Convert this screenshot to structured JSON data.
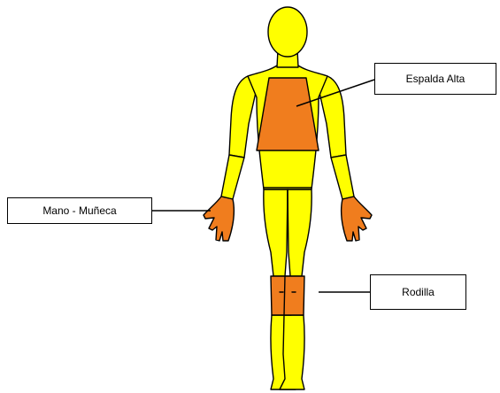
{
  "colors": {
    "body_fill": "#ffff00",
    "highlight_fill": "#f07d1e",
    "outline": "#000000",
    "background": "#ffffff"
  },
  "body_regions": {
    "highlighted": [
      "upper-back",
      "hand-wrist-left",
      "hand-wrist-right",
      "knee-left",
      "knee-right"
    ]
  },
  "labels": {
    "upper_back": "Espalda Alta",
    "hand_wrist": "Mano - Muñeca",
    "knee": "Rodilla"
  }
}
